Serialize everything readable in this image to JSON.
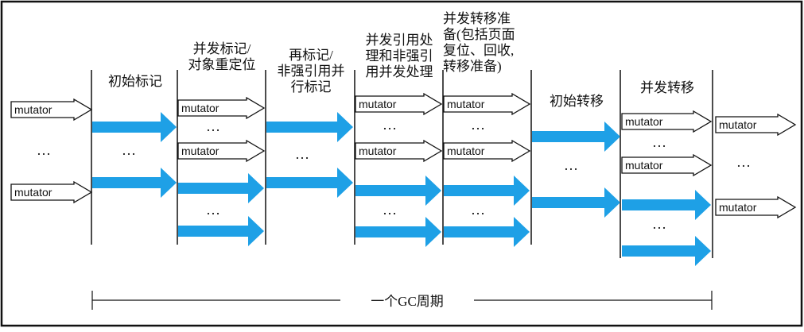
{
  "phases": {
    "initial_mark": "初始标记",
    "concurrent_mark": "并发标记/\n对象重定位",
    "remark": "再标记/\n非强引用并\n行标记",
    "concurrent_ref": "并发引用处\n理和非强引\n用并发处理",
    "concurrent_relocate_prep": "并发转移准\n备(包括页面\n复位、回收,\n转移准备)",
    "initial_relocate": "初始转移",
    "concurrent_relocate": "并发转移"
  },
  "thread_label": "mutator",
  "ellipsis": "…",
  "cycle_label": "一个GC周期",
  "colors": {
    "gc_arrow": "#1ea0e6",
    "border": "#111111"
  }
}
